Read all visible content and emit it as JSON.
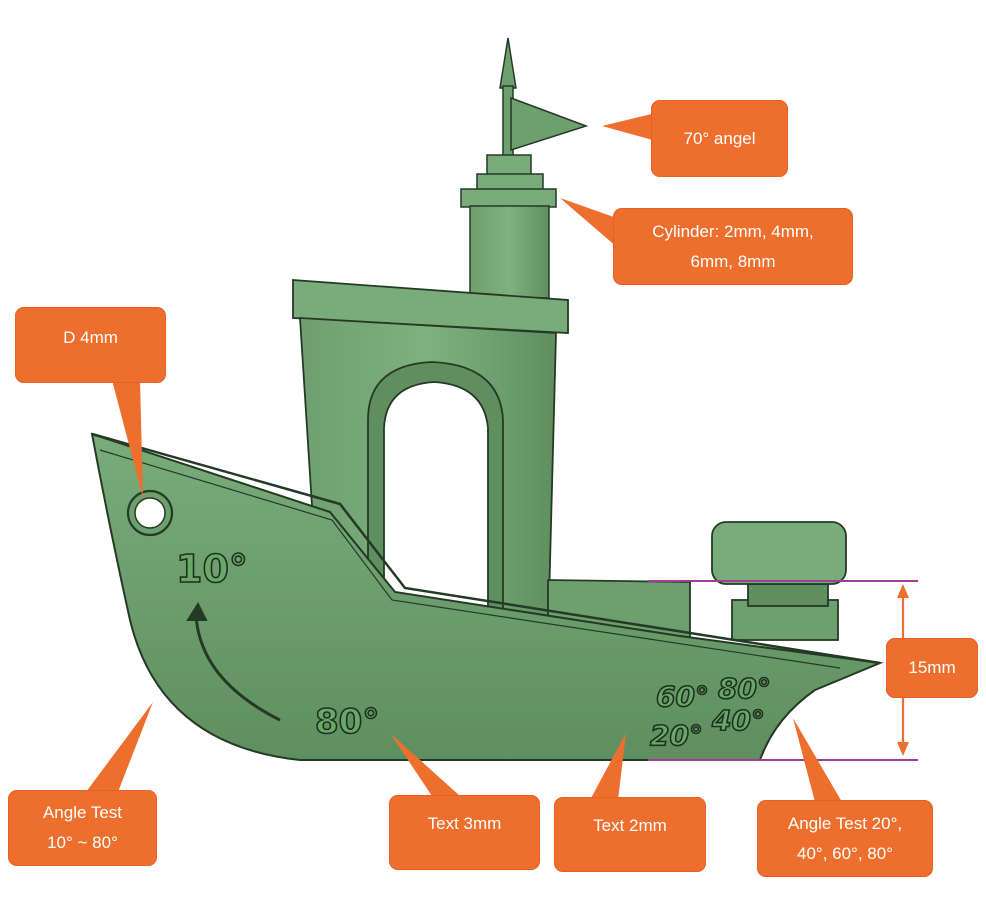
{
  "colors": {
    "boat_fill": "#6e9f6f",
    "boat_outline": "#253a25",
    "callout": "#ee6f2d",
    "callout_text": "#ffffff",
    "dimension_arrow": "#ee6f2d",
    "guide_line": "#9b3f9b"
  },
  "engraved": {
    "bow_10": "10°",
    "bow_80": "80°",
    "stern_60": "60°",
    "stern_80": "80°",
    "stern_20": "20°",
    "stern_40": "40°"
  },
  "callouts": {
    "angle_70": "70° angel",
    "cylinder": "Cylinder: 2mm, 4mm,\n6mm, 8mm",
    "hole": "D 4mm",
    "height": "15mm",
    "angle_test": "Angle Test\n10° ~ 80°",
    "text_3mm": "Text 3mm",
    "text_2mm": "Text 2mm",
    "angle_test_stern": "Angle Test 20°,\n40°, 60°, 80°"
  }
}
